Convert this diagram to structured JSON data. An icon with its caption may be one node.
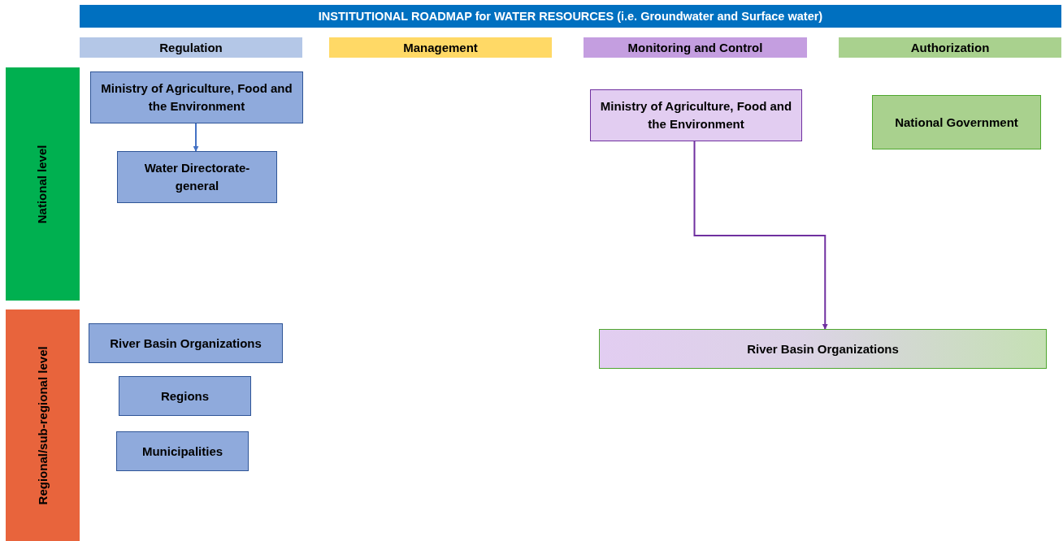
{
  "diagram": {
    "title": "INSTITUTIONAL ROADMAP for WATER RESOURCES (i.e. Groundwater and Surface water)",
    "nodes": [
      {
        "text": [
          "Regulation"
        ]
      },
      {
        "text": [
          "Management"
        ]
      },
      {
        "text": [
          "Monitoring and Control"
        ]
      },
      {
        "text": [
          "Authorization"
        ]
      },
      {
        "text": [
          "National level"
        ]
      },
      {
        "text": [
          "Ministry of Agriculture, Food and the Environment"
        ]
      },
      {
        "text": [
          "Water Directorate-general"
        ]
      },
      {
        "text": [
          "Ministry of Agriculture, Food and the Environment"
        ]
      },
      {
        "text": [
          "National Government"
        ]
      },
      {
        "text": [
          "Regional/sub-regional level"
        ]
      },
      {
        "text": [
          "River Basin Organizations"
        ]
      },
      {
        "text": [
          "Regions"
        ]
      },
      {
        "text": [
          "Municipalities"
        ]
      },
      {
        "text": [
          "River Basin Organizations"
        ]
      }
    ],
    "edges": [
      {
        "from": 5,
        "to": 6,
        "arrow": "to",
        "color": "#4472c4"
      },
      {
        "from": 7,
        "to": 13,
        "arrow": "to",
        "color": "#7030a0"
      }
    ]
  }
}
